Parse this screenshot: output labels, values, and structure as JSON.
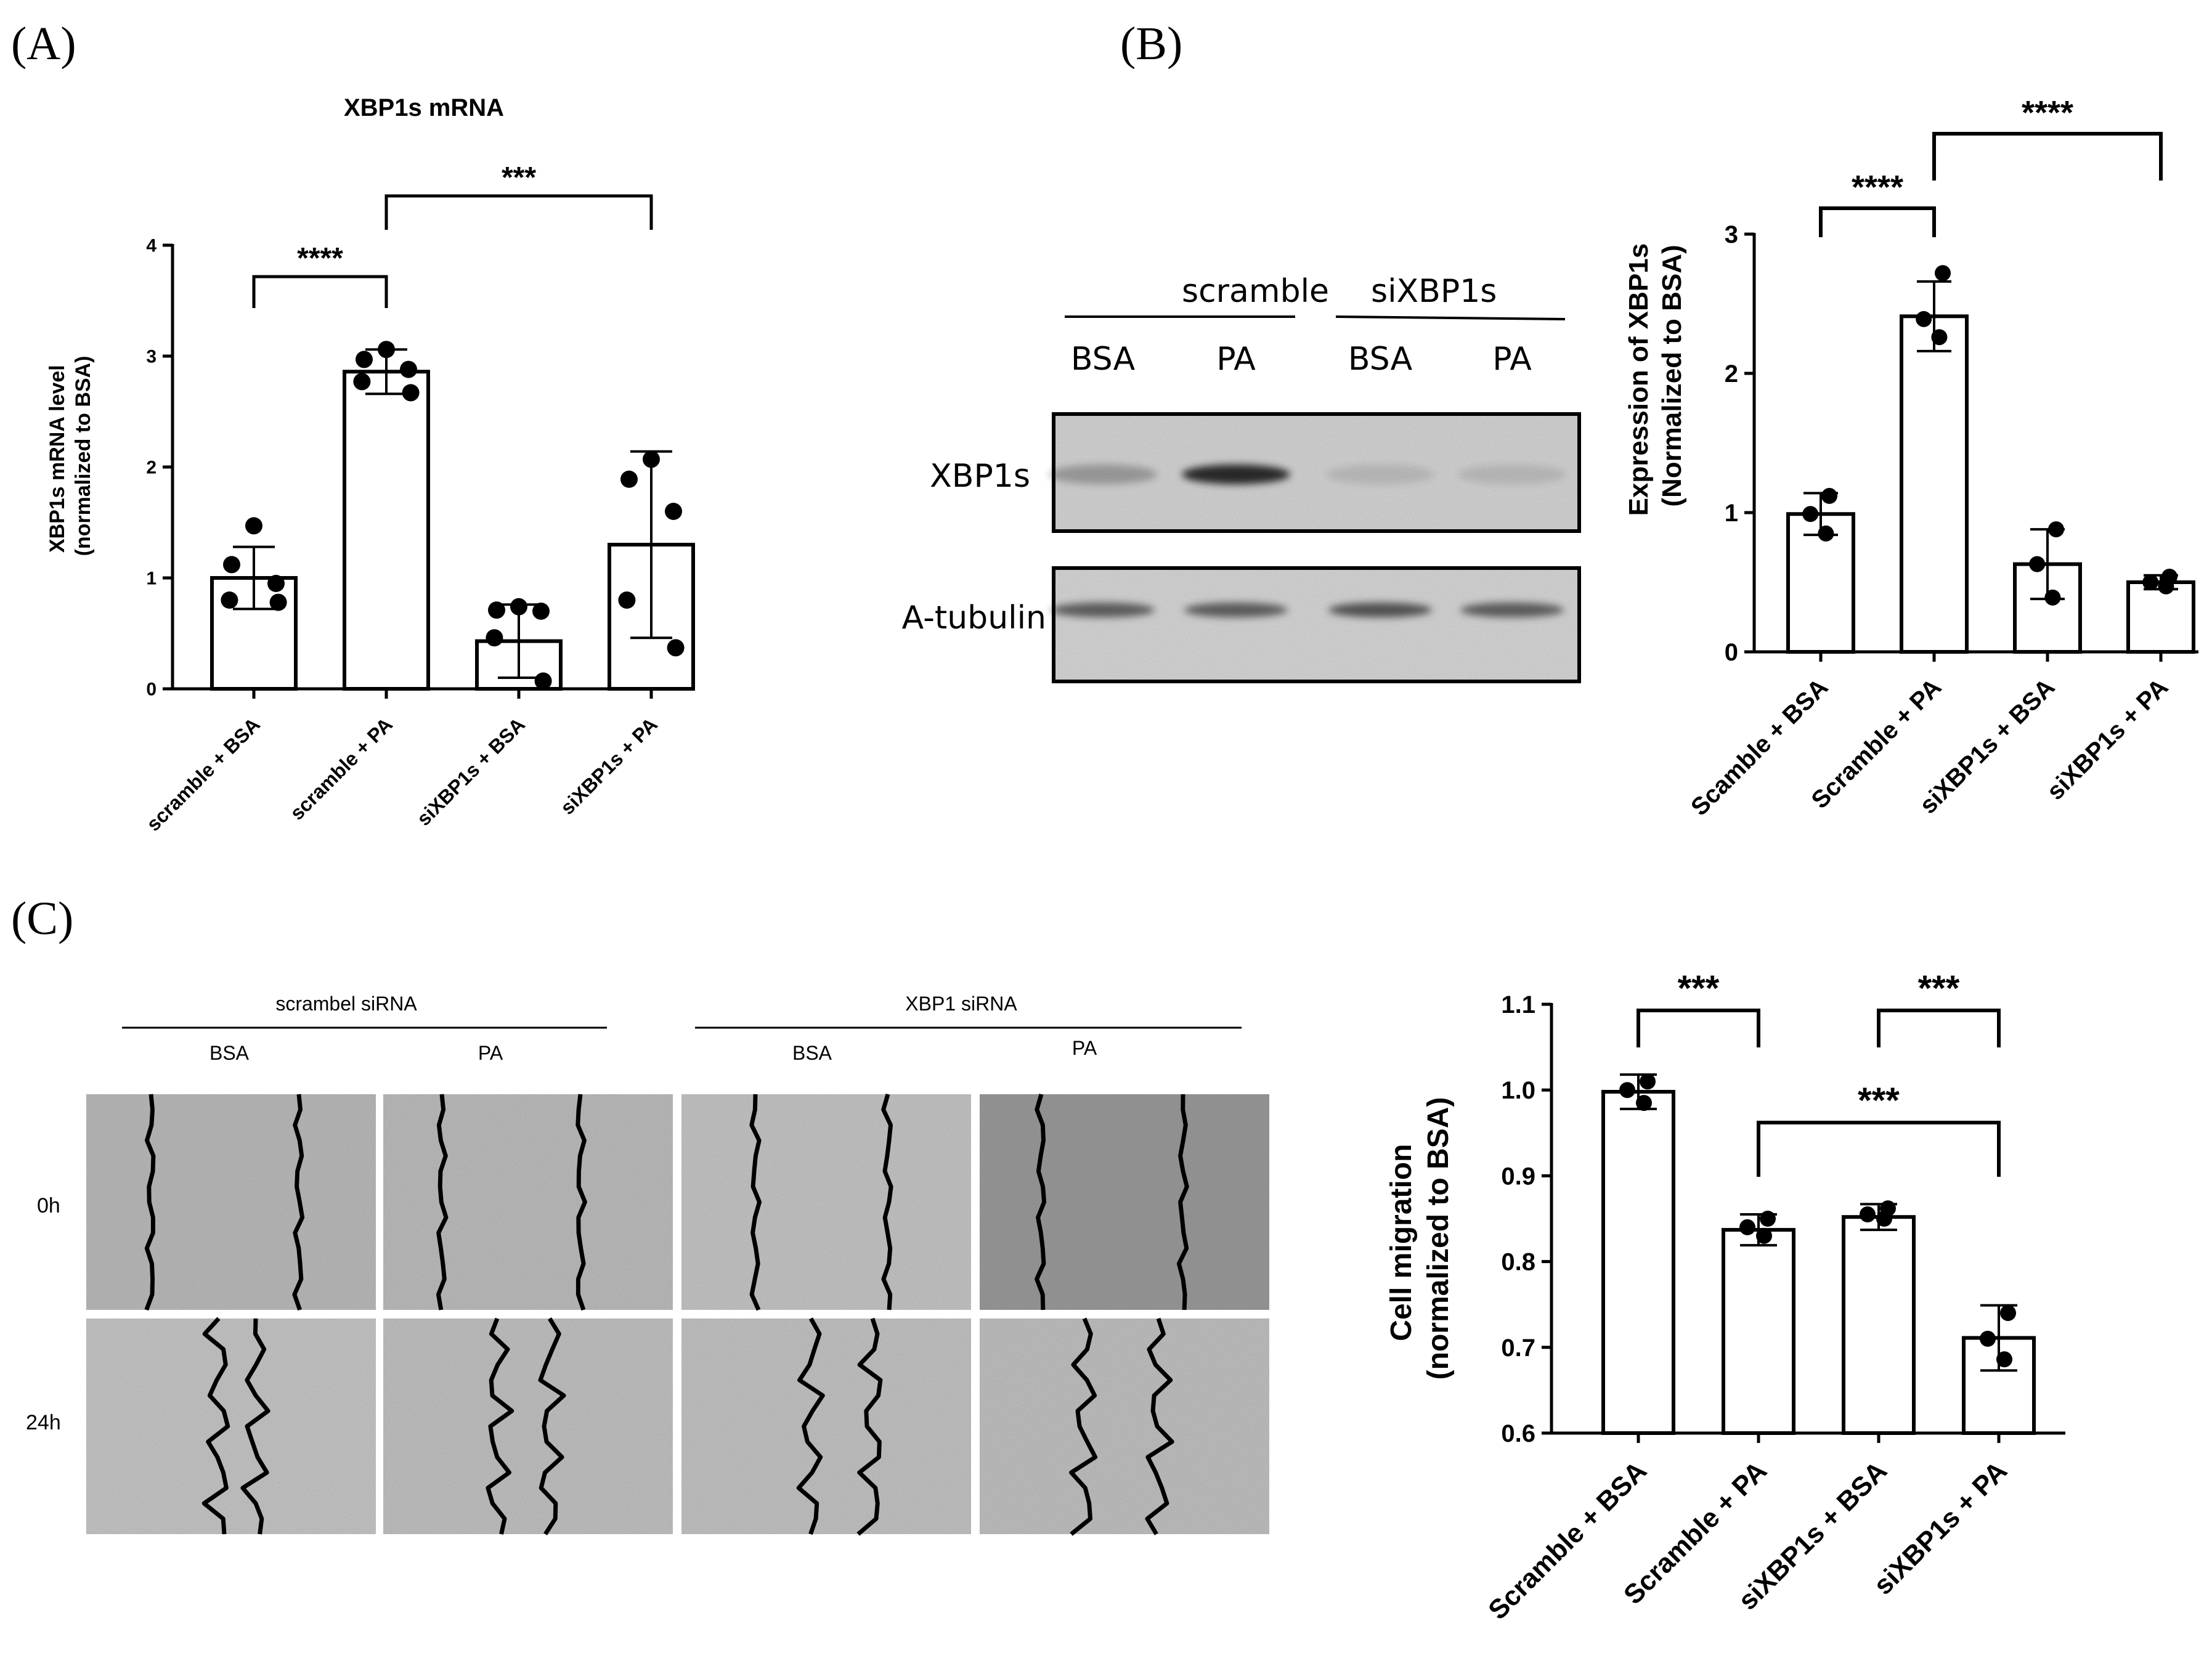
{
  "panels": {
    "A": "(A)",
    "B": "(B)",
    "C": "(C)"
  },
  "colors": {
    "ink": "#000000",
    "bar_fill": "#ffffff",
    "blot_background": "#e2e2e2"
  },
  "blot": {
    "group_labels": [
      "scramble",
      "siXBP1s"
    ],
    "lane_labels": [
      "BSA",
      "PA",
      "BSA",
      "PA"
    ],
    "row_labels": [
      "XBP1s",
      "A-tubulin"
    ],
    "xbp1s_band_intensity": [
      0.25,
      0.8,
      0.1,
      0.1
    ],
    "tubulin_band_intensity": [
      0.55,
      0.55,
      0.6,
      0.55
    ]
  },
  "scratch": {
    "group_labels": [
      "scrambel siRNA",
      "XBP1 siRNA"
    ],
    "condition_labels": [
      "BSA",
      "PA",
      "BSA",
      "PA"
    ],
    "time_labels": [
      "0h",
      "24h"
    ]
  },
  "chart_data": [
    {
      "id": "A",
      "type": "bar",
      "title": "XBP1s mRNA",
      "xlabel": "",
      "ylabel": "XBP1s mRNA level\n(normalized to BSA)",
      "ylim": [
        0,
        4
      ],
      "yticks": [
        "0",
        "1",
        "2",
        "3",
        "4"
      ],
      "categories": [
        "scramble + BSA",
        "scramble + PA",
        "siXBP1s + BSA",
        "siXBP1s + PA"
      ],
      "values": [
        1.0,
        2.86,
        0.43,
        1.3
      ],
      "error": [
        0.28,
        0.2,
        0.33,
        0.84
      ],
      "points": [
        [
          1.47,
          1.12,
          0.95,
          0.8,
          0.78
        ],
        [
          3.06,
          2.97,
          2.88,
          2.77,
          2.67
        ],
        [
          0.74,
          0.71,
          0.7,
          0.46,
          0.07
        ],
        [
          2.07,
          1.89,
          1.6,
          0.8,
          0.37
        ]
      ],
      "significance": [
        {
          "from": 0,
          "to": 1,
          "label": "****"
        },
        {
          "from": 1,
          "to": 3,
          "label": "***"
        }
      ]
    },
    {
      "id": "B",
      "type": "bar",
      "title": "",
      "xlabel": "",
      "ylabel": "Expression of XBP1s\n(Normalized to BSA)",
      "ylim": [
        0,
        3
      ],
      "yticks": [
        "0",
        "1",
        "2",
        "3"
      ],
      "categories": [
        "Scamble + BSA",
        "Scramble + PA",
        "siXBP1s + BSA",
        "siXBP1s + PA"
      ],
      "values": [
        0.99,
        2.41,
        0.63,
        0.5
      ],
      "error": [
        0.15,
        0.25,
        0.25,
        0.05
      ],
      "points": [
        [
          1.12,
          0.99,
          0.85
        ],
        [
          2.72,
          2.39,
          2.26
        ],
        [
          0.88,
          0.63,
          0.39
        ],
        [
          0.54,
          0.5,
          0.47
        ]
      ],
      "significance": [
        {
          "from": 0,
          "to": 1,
          "label": "****"
        },
        {
          "from": 1,
          "to": 3,
          "label": "****"
        }
      ]
    },
    {
      "id": "C",
      "type": "bar",
      "title": "",
      "xlabel": "",
      "ylabel": "Cell migration\n(normalized to BSA)",
      "ylim": [
        0.6,
        1.1
      ],
      "yticks": [
        "0.6",
        "0.7",
        "0.8",
        "0.9",
        "1.0",
        "1.1"
      ],
      "categories": [
        "Scramble + BSA",
        "Scramble + PA",
        "siXBP1s + BSA",
        "siXBP1s + PA"
      ],
      "values": [
        0.998,
        0.837,
        0.852,
        0.711
      ],
      "error": [
        0.02,
        0.018,
        0.015,
        0.038
      ],
      "points": [
        [
          1.01,
          1.0,
          0.985
        ],
        [
          0.85,
          0.84,
          0.83
        ],
        [
          0.862,
          0.855,
          0.85
        ],
        [
          0.74,
          0.71,
          0.686
        ]
      ],
      "significance": [
        {
          "from": 0,
          "to": 1,
          "label": "***"
        },
        {
          "from": 2,
          "to": 3,
          "label": "***"
        },
        {
          "from": 1,
          "to": 3,
          "label": "***"
        }
      ]
    }
  ]
}
